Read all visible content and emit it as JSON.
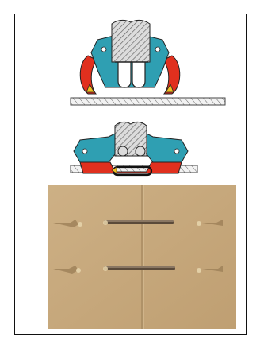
{
  "figure": {
    "panels": [
      {
        "id": "staple-open",
        "description_hidden": true
      },
      {
        "id": "staple-clinched",
        "description_hidden": true
      },
      {
        "id": "cardboard-photo",
        "description_hidden": true
      }
    ]
  },
  "colors": {
    "frame_border": "#111111",
    "head_blue": "#2f9fb2",
    "clincher_red": "#e0301e",
    "tip_yellow": "#f0c020",
    "driver_grey": "#b8b8b8",
    "hatch_dark": "#555555",
    "cardboard": "#c9ab80",
    "cardboard_shadow": "#a88b62",
    "staple_metal": "#5a4a3a"
  },
  "icons": {
    "staple": "staple-icon",
    "clincher": "clincher-icon"
  }
}
